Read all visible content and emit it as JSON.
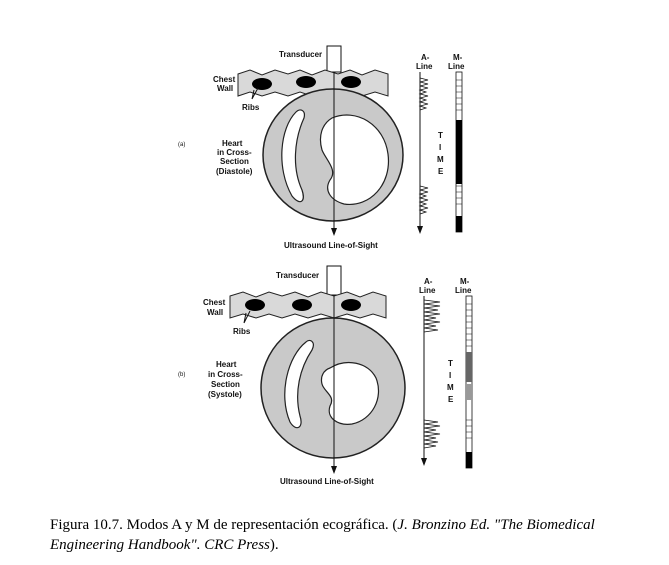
{
  "panels": [
    {
      "marker": "(a)",
      "transducer": "Transducer",
      "chest_wall_1": "Chest",
      "chest_wall_2": "Wall",
      "ribs": "Ribs",
      "heart_1": "Heart",
      "heart_2": "in Cross-",
      "heart_3": "Section",
      "heart_4": "(Diastole)",
      "los": "Ultrasound Line-of-Sight",
      "aline_1": "A-",
      "aline_2": "Line",
      "mline_1": "M-",
      "mline_2": "Line",
      "time": [
        "T",
        "I",
        "M",
        "E"
      ]
    },
    {
      "marker": "(b)",
      "transducer": "Transducer",
      "chest_wall_1": "Chest",
      "chest_wall_2": "Wall",
      "ribs": "Ribs",
      "heart_1": "Heart",
      "heart_2": "in Cross-",
      "heart_3": "Section",
      "heart_4": "(Systole)",
      "los": "Ultrasound Line-of-Sight",
      "aline_1": "A-",
      "aline_2": "Line",
      "mline_1": "M-",
      "mline_2": "Line",
      "time": [
        "T",
        "I",
        "M",
        "E"
      ]
    }
  ],
  "caption": {
    "lead": "Figura 10.7. Modos A y M de representación ecográfica. (",
    "ref": "J. Bronzino Ed. \"The Biomedical Engineering Handbook\". CRC Press",
    "tail": ")."
  }
}
